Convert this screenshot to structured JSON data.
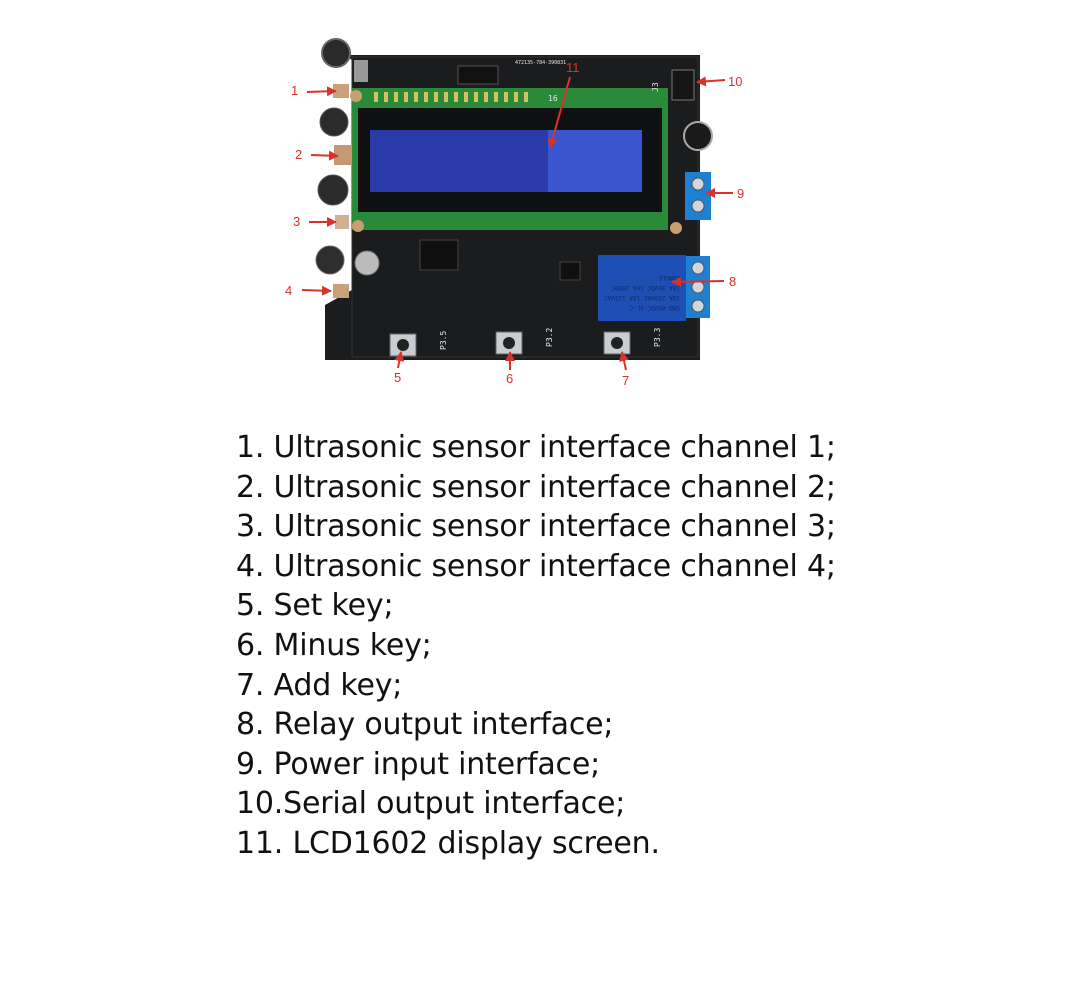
{
  "callouts": [
    "1",
    "2",
    "3",
    "4",
    "5",
    "6",
    "7",
    "8",
    "9",
    "10",
    "11"
  ],
  "board": {
    "lcd_pin_label": "16",
    "header_label": "J3",
    "key_labels": [
      "P3.5",
      "P3.2",
      "P3.3"
    ],
    "relay_text": [
      "SRD-05VDC-SL-C",
      "10A 250VAC 10A 125VAC",
      "10A 30VDC 10A 28VDC",
      "SONGLE"
    ]
  },
  "legend": [
    "1. Ultrasonic sensor interface channel 1;",
    "2. Ultrasonic sensor interface channel 2;",
    "3. Ultrasonic sensor interface channel 3;",
    "4. Ultrasonic sensor interface channel 4;",
    "5. Set key;",
    "6. Minus key;",
    "7. Add key;",
    "8. Relay output interface;",
    "9. Power input interface;",
    "10.Serial output interface;",
    "11. LCD1602 display screen."
  ],
  "colors": {
    "pcb": "#1b1c1e",
    "lcd_frame": "#2a8a3a",
    "lcd_screen": "#2a3aa8",
    "terminal_block": "#1f7fd0",
    "relay": "#1e4fb5",
    "callout": "#d9322a"
  }
}
